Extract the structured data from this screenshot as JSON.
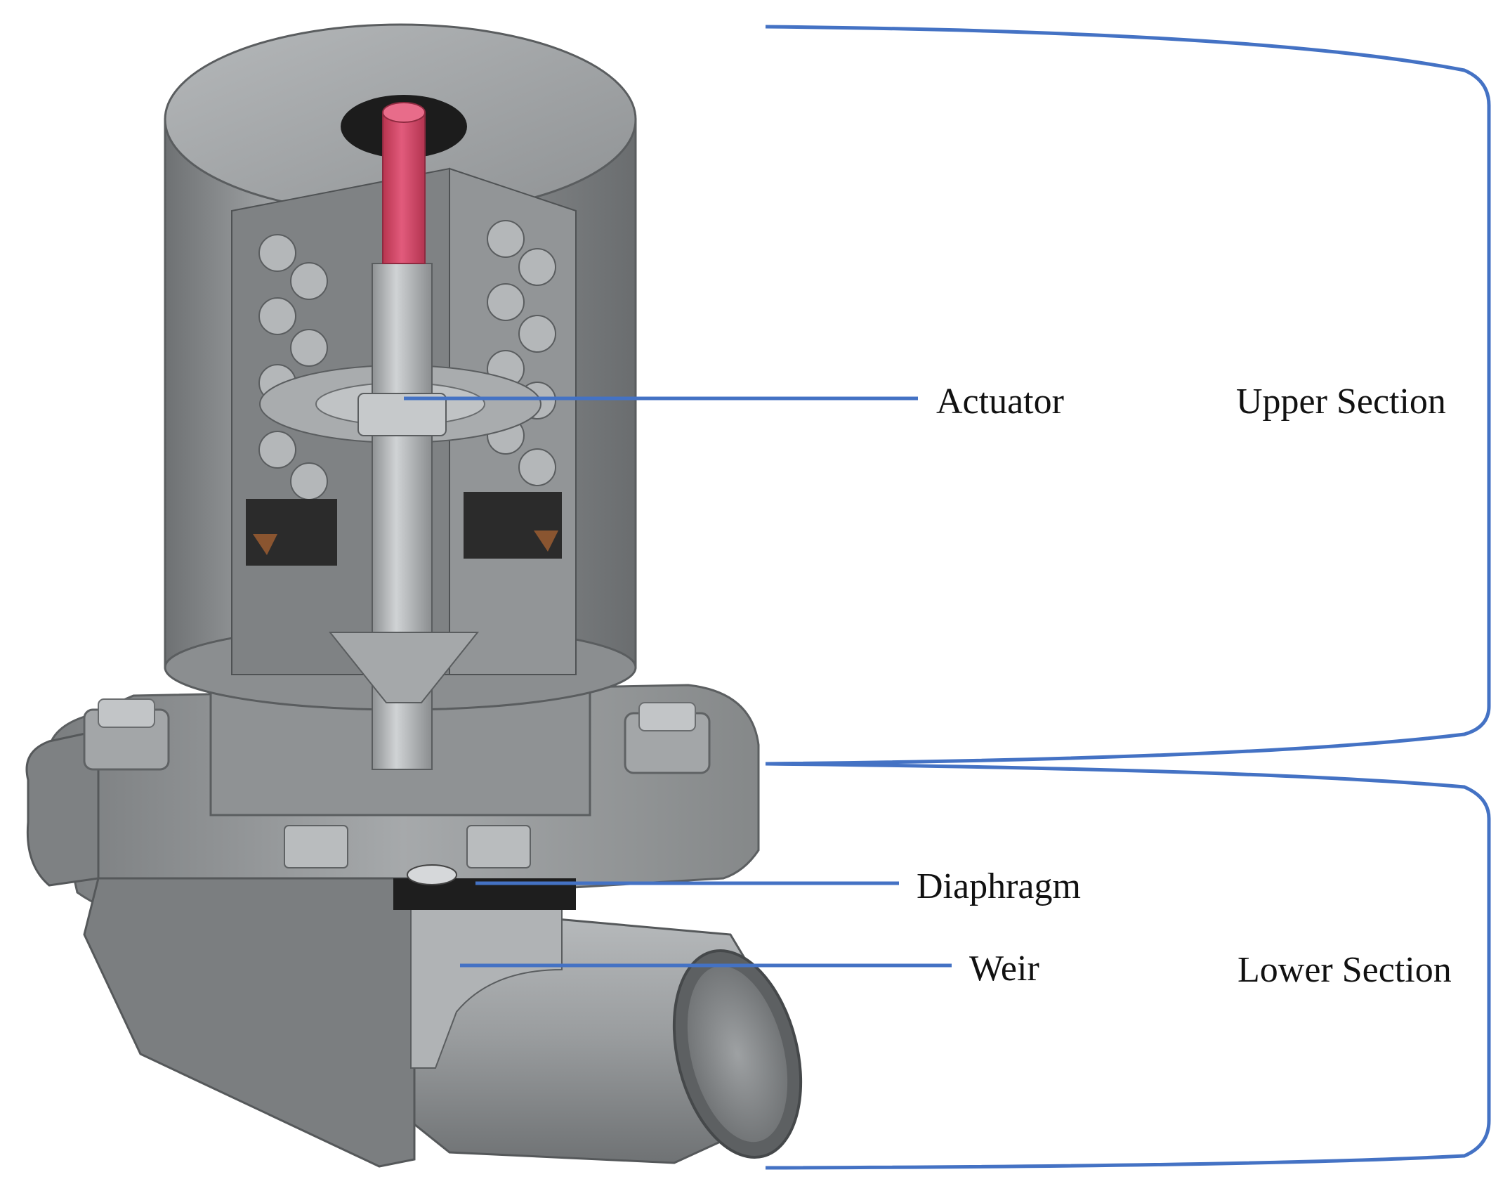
{
  "labels": {
    "actuator": "Actuator",
    "diaphragm": "Diaphragm",
    "weir": "Weir",
    "upper_section": "Upper Section",
    "lower_section": "Lower Section"
  },
  "colors": {
    "leader_line": "#4472C4",
    "body_metal": "#8d9092",
    "stem_red": "#d9476a",
    "diaphragm_dark": "#1e1e1e",
    "copper_ring": "#8a5530"
  }
}
